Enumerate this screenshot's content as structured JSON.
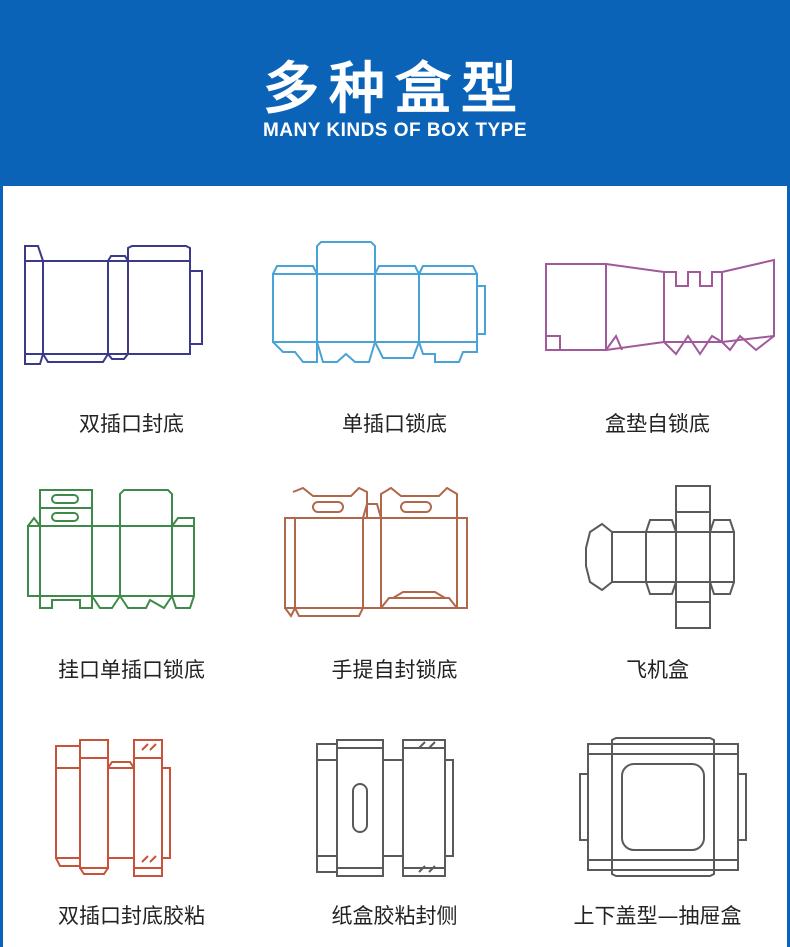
{
  "header": {
    "title_cn": "多种盒型",
    "title_en": "MANY KINDS OF BOX TYPE",
    "background": "#0b63b8"
  },
  "boxes": [
    {
      "label": "双插口封底",
      "color": "#3b3a8a"
    },
    {
      "label": "单插口锁底",
      "color": "#4aa3d6"
    },
    {
      "label": "盒垫自锁底",
      "color": "#a05a9a"
    },
    {
      "label": "挂口单插口锁底",
      "color": "#3f8a4a"
    },
    {
      "label": "手提自封锁底",
      "color": "#b0674a"
    },
    {
      "label": "飞机盒",
      "color": "#5a5a5a"
    },
    {
      "label": "双插口封底胶粘",
      "color": "#c8523a"
    },
    {
      "label": "纸盒胶粘封侧",
      "color": "#5a5a5a"
    },
    {
      "label": "上下盖型—抽屉盒",
      "color": "#5a5a5a"
    }
  ]
}
